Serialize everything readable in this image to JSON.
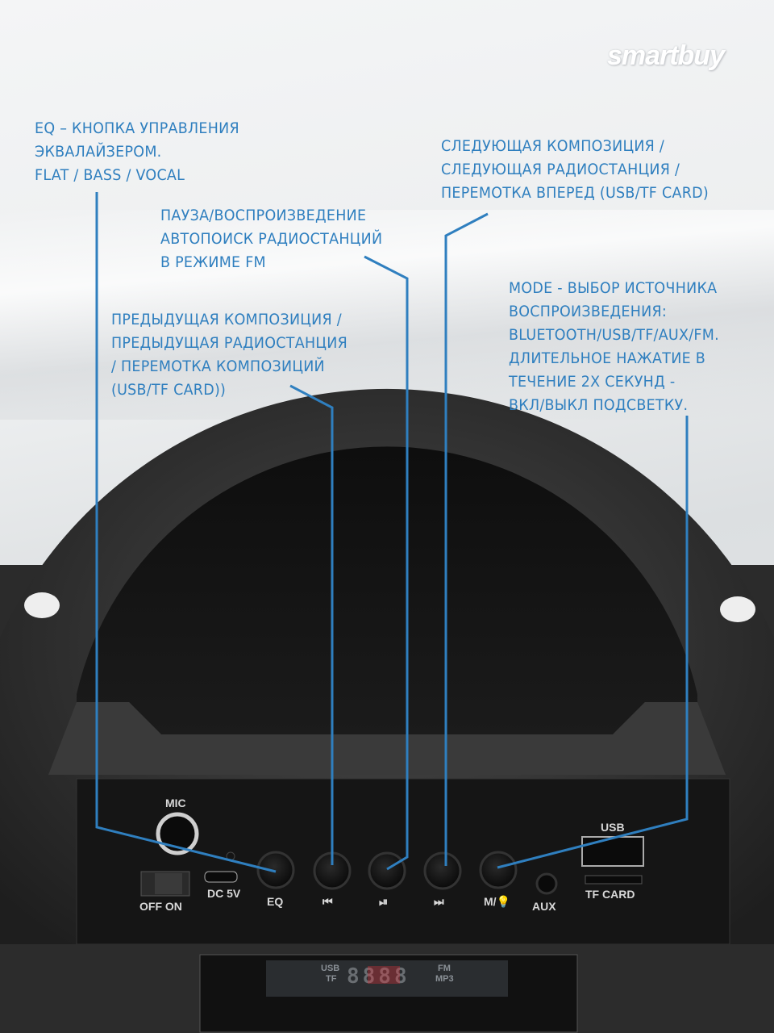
{
  "brand": "smartbuy",
  "annotations": {
    "eq": "EQ – КНОПКА УПРАВЛЕНИЯ\nЭКВАЛАЙЗЕРОМ.\nFLAT / BASS / VOCAL",
    "play_pause": "ПАУЗА/ВОСПРОИЗВЕДЕНИЕ\nАВТОПОИСК РАДИОСТАНЦИЙ\nВ РЕЖИМЕ FM",
    "previous": "ПРЕДЫДУЩАЯ КОМПОЗИЦИЯ /\nПРЕДЫДУЩАЯ РАДИОСТАНЦИЯ\n/ ПЕРЕМОТКА КОМПОЗИЦИЙ\n(USB/TF CARD))",
    "next": "СЛЕДУЮЩАЯ КОМПОЗИЦИЯ /\nСЛЕДУЮЩАЯ РАДИОСТАНЦИЯ /\nПЕРЕМОТКА ВПЕРЕД (USB/TF CARD)",
    "mode": "MODE - ВЫБОР ИСТОЧНИКА\nВОСПРОИЗВЕДЕНИЯ:\nBLUETOOTH/USB/TF/AUX/FM.\nДЛИТЕЛЬНОЕ НАЖАТИЕ В\nТЕЧЕНИЕ 2Х СЕКУНД -\nВКЛ/ВЫКЛ ПОДСВЕТКУ."
  },
  "panel": {
    "mic": "MIC",
    "power": "OFF ON",
    "dc": "DC 5V",
    "eq": "EQ",
    "prev": "⏮",
    "play": "⏯",
    "next": "⏭",
    "mode": "M/💡",
    "aux": "AUX",
    "usb": "USB",
    "tf": "TF CARD"
  },
  "display": {
    "left_top": "USB",
    "left_bottom": "TF",
    "digits": "8888",
    "right_top": "FM",
    "right_bottom": "MP3"
  },
  "colors": {
    "annotation": "#2f7fbf",
    "body": "#2a2a2a",
    "panel": "#151515",
    "display_active": "#e0303a"
  }
}
